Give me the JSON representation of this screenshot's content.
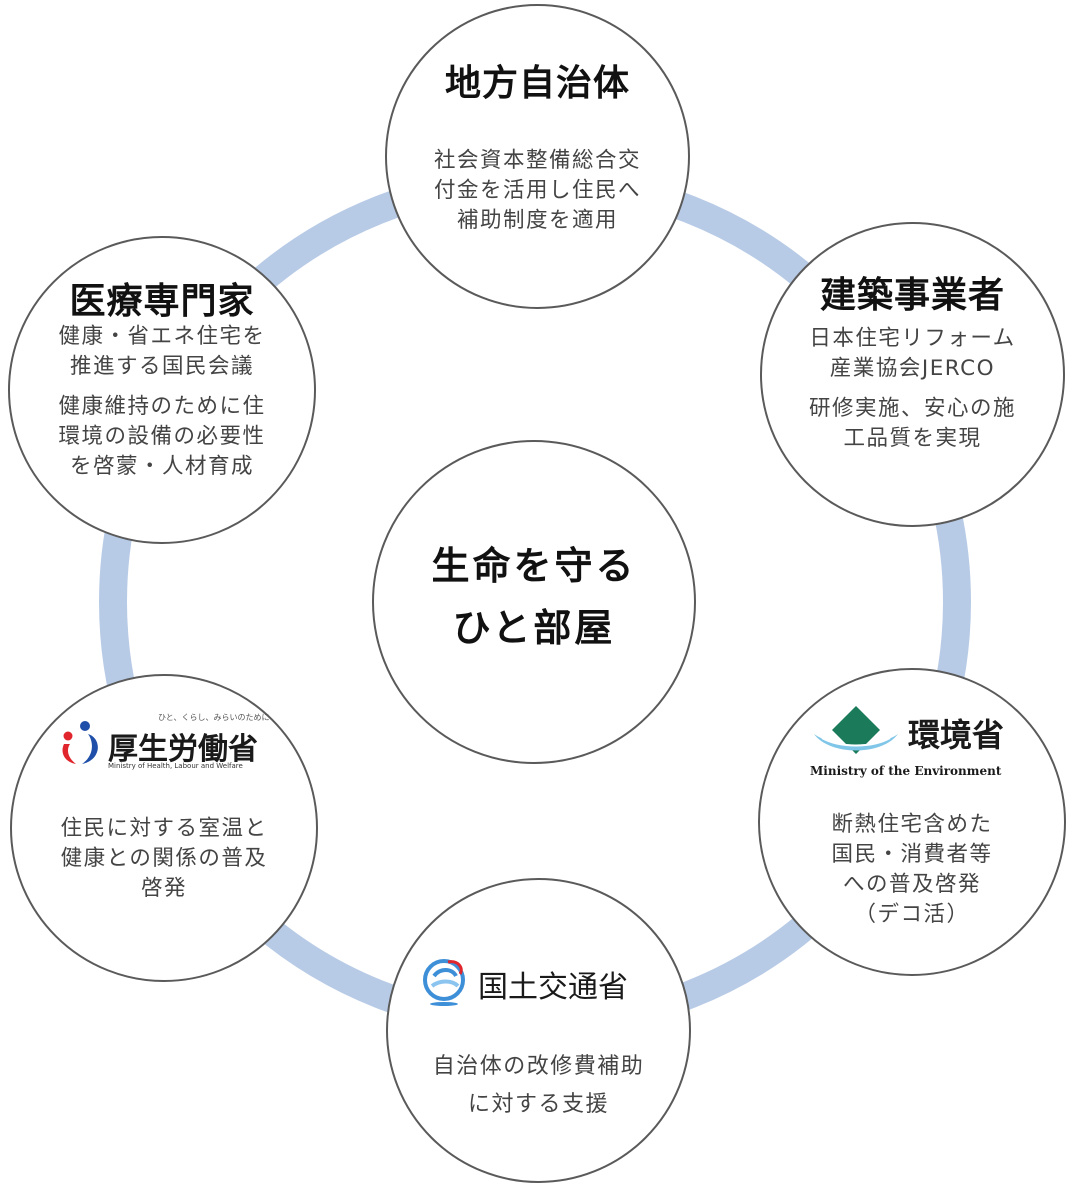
{
  "center": {
    "title": "生命を守る\nひと部屋"
  },
  "nodes": {
    "local_gov": {
      "title": "地方自治体",
      "body": [
        "社会資本整備総合交\n付金を活用し住民へ\n補助制度を適用"
      ]
    },
    "medical": {
      "title": "医療専門家",
      "body": [
        "健康・省エネ住宅を\n推進する国民会議",
        "健康維持のために住\n環境の設備の必要性\nを啓蒙・人材育成"
      ]
    },
    "builders": {
      "title": "建築事業者",
      "body": [
        "日本住宅リフォーム\n産業協会JERCO",
        "研修実施、安心の施\n工品質を実現"
      ]
    },
    "mhlw": {
      "logo_tagline": "ひと、くらし、みらいのために",
      "logo_name": "厚生労働省",
      "logo_subtitle": "Ministry of Health, Labour and Welfare",
      "body": [
        "住民に対する室温と\n健康との関係の普及\n啓発"
      ]
    },
    "env": {
      "logo_name": "環境省",
      "logo_subtitle": "Ministry of the Environment",
      "body": [
        "断熱住宅含めた\n国民・消費者等\nへの普及啓発\n（デコ活）"
      ]
    },
    "mlit": {
      "logo_name": "国土交通省",
      "body": [
        "自治体の改修費補助\nに対する支援"
      ]
    }
  },
  "colors": {
    "ring": "#b8cbe6",
    "border": "#5a5a5a",
    "mhlw_blue": "#1f4fa8",
    "mhlw_red": "#e0262c",
    "env_green": "#1b7a5a",
    "mlit_blue": "#3d8fd8"
  }
}
